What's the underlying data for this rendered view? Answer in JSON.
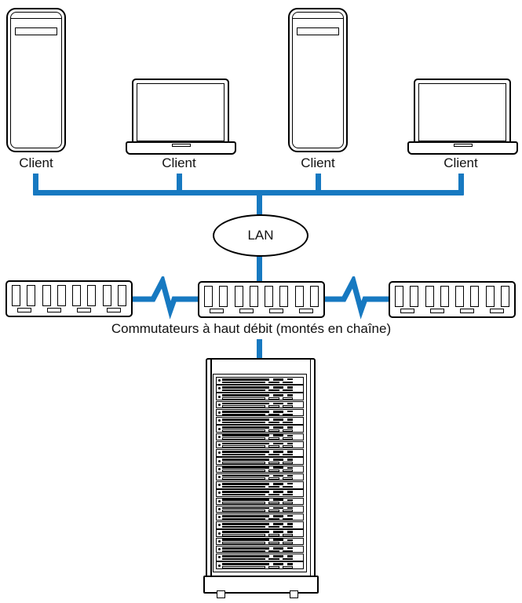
{
  "colors": {
    "link_blue": "#1779C1",
    "outline": "#000000"
  },
  "clients": [
    {
      "type": "desktop-tower",
      "label": "Client"
    },
    {
      "type": "laptop",
      "label": "Client"
    },
    {
      "type": "desktop-tower",
      "label": "Client"
    },
    {
      "type": "laptop",
      "label": "Client"
    }
  ],
  "network": {
    "lan_label": "LAN"
  },
  "switches": {
    "count": 3,
    "ports_per_switch": 8,
    "indicators_per_switch": 4,
    "caption": "Commutateurs à haut débit (montés en chaîne)"
  },
  "rack": {
    "unit_count": 24
  }
}
